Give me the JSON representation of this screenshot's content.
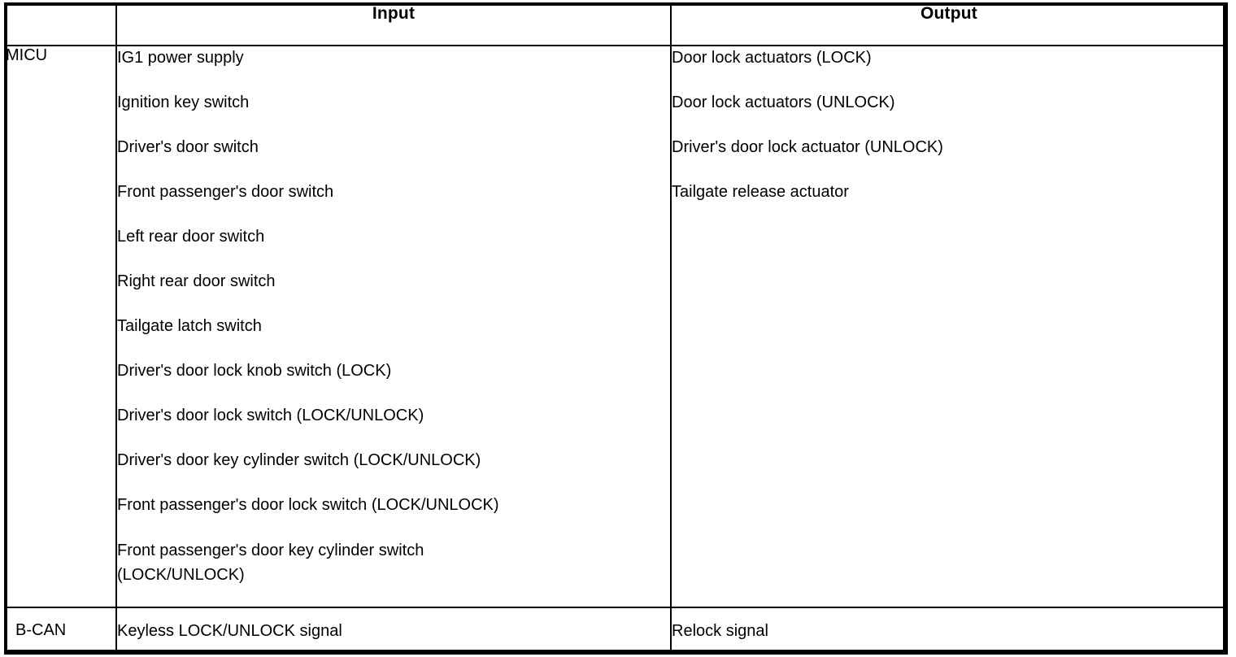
{
  "table": {
    "columns": {
      "module_header": "",
      "input_header": "Input",
      "output_header": "Output"
    },
    "rows": [
      {
        "module": "MICU",
        "inputs": [
          "IG1 power supply",
          "Ignition key switch",
          "Driver's door switch",
          "Front passenger's door switch",
          "Left rear door switch",
          "Right rear door switch",
          "Tailgate latch switch",
          "Driver's door lock knob switch (LOCK)",
          "Driver's door lock switch (LOCK/UNLOCK)",
          "Driver's door key cylinder switch (LOCK/UNLOCK)",
          "Front passenger's door lock switch (LOCK/UNLOCK)",
          "Front passenger's door key cylinder switch\n(LOCK/UNLOCK)"
        ],
        "outputs": [
          "Door lock actuators (LOCK)",
          "Door lock actuators (UNLOCK)",
          "Driver's door lock actuator (UNLOCK)",
          "Tailgate release actuator"
        ]
      },
      {
        "module": "B-CAN",
        "inputs": [
          "Keyless LOCK/UNLOCK signal"
        ],
        "outputs": [
          "Relock signal"
        ]
      }
    ]
  },
  "colors": {
    "text": "#000000",
    "background": "#ffffff",
    "border": "#000000"
  }
}
